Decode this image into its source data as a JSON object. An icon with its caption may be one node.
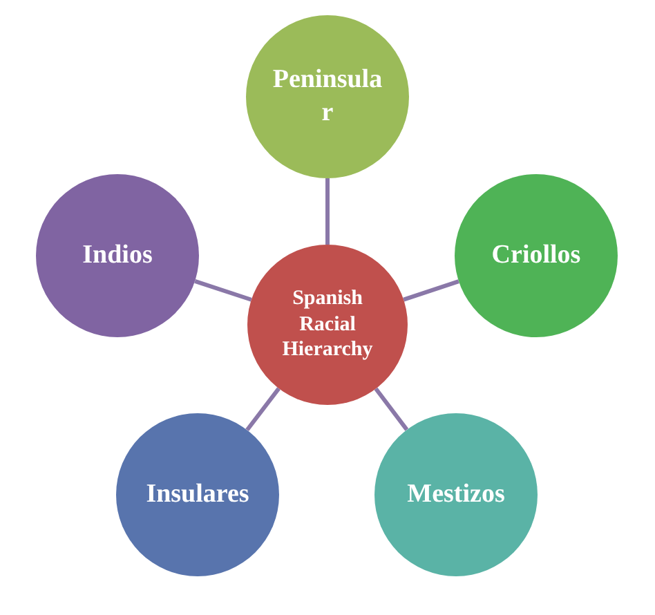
{
  "diagram": {
    "nodes": [
      {
        "text": [
          "Spanish Racial Hierarchy"
        ]
      },
      {
        "text": [
          "Peninsular"
        ]
      },
      {
        "text": [
          "Criollos"
        ]
      },
      {
        "text": [
          "Mestizos"
        ]
      },
      {
        "text": [
          "Insulares"
        ]
      },
      {
        "text": [
          "Indios"
        ]
      }
    ],
    "edges": [
      {
        "from": 0,
        "to": 1,
        "arrow": "none"
      },
      {
        "from": 0,
        "to": 2,
        "arrow": "none"
      },
      {
        "from": 0,
        "to": 3,
        "arrow": "none"
      },
      {
        "from": 0,
        "to": 4,
        "arrow": "none"
      },
      {
        "from": 0,
        "to": 5,
        "arrow": "none"
      }
    ]
  }
}
